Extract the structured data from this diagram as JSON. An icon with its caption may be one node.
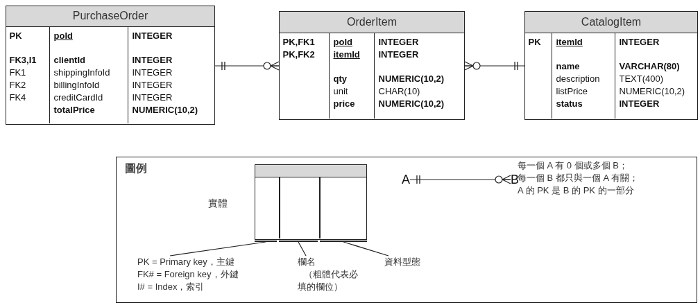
{
  "diagram": {
    "nodes": [
      {
        "text": [
          "PurchaseOrder"
        ]
      },
      {
        "text": [
          "PK",
          "FK3,I1",
          "FK1",
          "FK2",
          "FK4"
        ],
        "in": 0
      },
      {
        "text": [
          "poId",
          "clientId",
          "shippingInfoId",
          "billingInfoId",
          "creditCardId",
          "totalPrice"
        ],
        "in": 0
      },
      {
        "text": [
          "INTEGER",
          "INTEGER",
          "INTEGER",
          "INTEGER",
          "INTEGER",
          "NUMERIC(10,2)"
        ],
        "in": 0
      },
      {
        "text": [
          "OrderItem"
        ]
      },
      {
        "text": [
          "PK,FK1",
          "PK,FK2"
        ],
        "in": 4
      },
      {
        "text": [
          "poId",
          "itemId",
          "qty",
          "unit",
          "price"
        ],
        "in": 4
      },
      {
        "text": [
          "INTEGER",
          "INTEGER",
          "NUMERIC(10,2)",
          "CHAR(10)",
          "NUMERIC(10,2)"
        ],
        "in": 4
      },
      {
        "text": [
          "CatalogItem"
        ]
      },
      {
        "text": [
          "PK"
        ],
        "in": 8
      },
      {
        "text": [
          "itemId",
          "name",
          "description",
          "listPrice",
          "status"
        ],
        "in": 8
      },
      {
        "text": [
          "INTEGER",
          "VARCHAR(80)",
          "TEXT(400)",
          "NUMERIC(10,2)",
          "INTEGER"
        ],
        "in": 8
      },
      {
        "text": [
          "圖例"
        ]
      },
      {
        "text": [],
        "shape": "box",
        "in": 12,
        "beside": [
          "實體"
        ]
      },
      {
        "text": [],
        "shape": "bar",
        "in": 12
      },
      {
        "text": [],
        "shape": "bar",
        "in": 12
      },
      {
        "text": [],
        "shape": "bar",
        "in": 12
      },
      {
        "text": [
          "PK = Primary key，主鍵",
          "FK# = Foreign key，外鍵",
          "I# = Index，索引"
        ],
        "in": 12
      },
      {
        "text": [
          "欄名",
          "（粗體代表必填的欄位）"
        ],
        "in": 12
      },
      {
        "text": [
          "資料型態"
        ],
        "in": 12
      },
      {
        "text": [
          "A"
        ],
        "in": 12
      },
      {
        "text": [
          "B"
        ],
        "in": 12
      }
    ],
    "edges": [
      {
        "from": 0,
        "to": 4,
        "arrow": "other"
      },
      {
        "from": 8,
        "to": 4,
        "arrow": "other"
      },
      {
        "from": 20,
        "to": 21,
        "arrow": "other"
      },
      {
        "from": 17,
        "to": 14,
        "arrow": "none"
      },
      {
        "from": 18,
        "to": 15,
        "arrow": "none"
      },
      {
        "from": 19,
        "to": 16,
        "arrow": "none"
      }
    ],
    "labels": [
      "每一個 A 有 0 個或多個 B；",
      "每一個 B 都只與一個 A 有關；",
      "A 的 PK 是 B 的 PK 的一部分"
    ]
  }
}
